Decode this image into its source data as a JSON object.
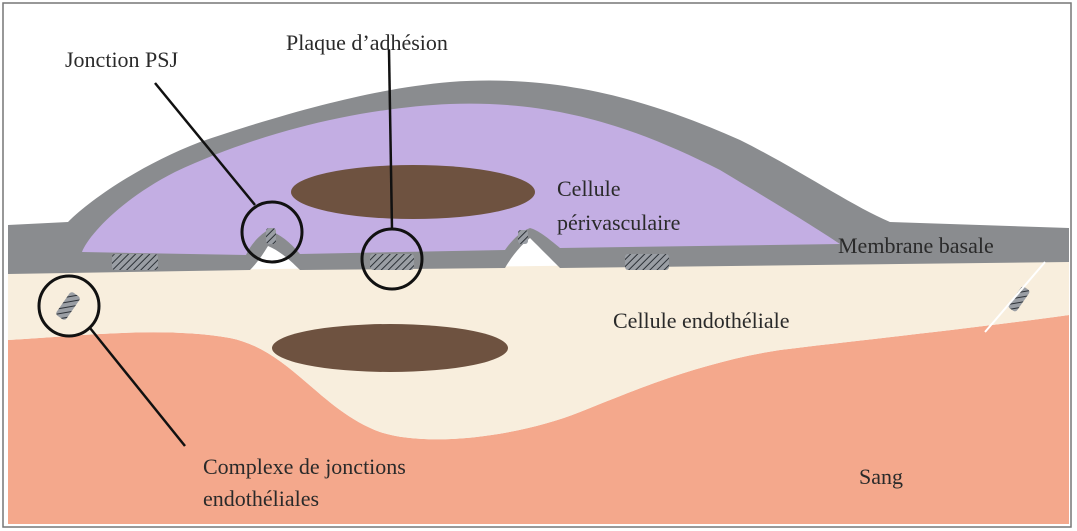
{
  "labels": {
    "jonction_psj": "Jonction PSJ",
    "plaque_adhesion": "Plaque d’adhésion",
    "cellule_perivasculaire_line1": "Cellule",
    "cellule_perivasculaire_line2": "périvasculaire",
    "membrane_basale": "Membrane basale",
    "cellule_endotheliale": "Cellule endothéliale",
    "complexe_line1": "Complexe de jonctions",
    "complexe_line2": "endothéliales",
    "sang": "Sang"
  },
  "colors": {
    "membrane": "#8a8c8f",
    "pericyte": "#c3aee3",
    "endothelium": "#f8eedd",
    "blood": "#f4a88c",
    "nucleus": "#6e5240",
    "outline": "#111111",
    "frame": "#777777"
  }
}
